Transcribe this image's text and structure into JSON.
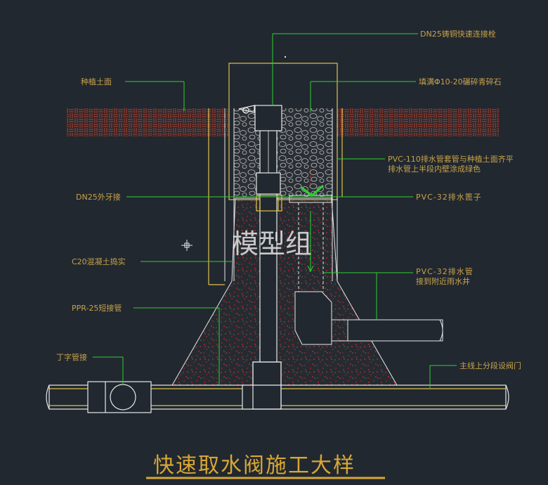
{
  "title": "快速取水阀施工大样",
  "watermark": "模型组",
  "labels": {
    "dn25_coupler": "DN25铸铜快速连接栓",
    "planting_surface": "种植土面",
    "gravel_fill": "填满Φ10-20碾碎青碎石",
    "pvc110_line1": "PVC-110排水管套管与种植土面齐平",
    "pvc110_line2": "排水管上半段内壁涂成绿色",
    "dn25_thread": "DN25外牙接",
    "pvc32_cap": "PVC-32排水篦子",
    "c20_concrete": "C20混凝土捣实",
    "pvc32_drain_line1": "PVC-32排水管",
    "pvc32_drain_line2": "接到附近雨水井",
    "ppr25": "PPR-25短接管",
    "tee": "丁字管接",
    "main_valve": "主线上分段设阀门"
  },
  "colors": {
    "background": "#212830",
    "leader": "#2fd12f",
    "label": "#c8a24a",
    "sleeve": "#e0c24a",
    "outline": "#e8e8e8",
    "soil_hatch": "#c0402a",
    "concrete_dots": "#e02020",
    "title": "#d9a733"
  }
}
